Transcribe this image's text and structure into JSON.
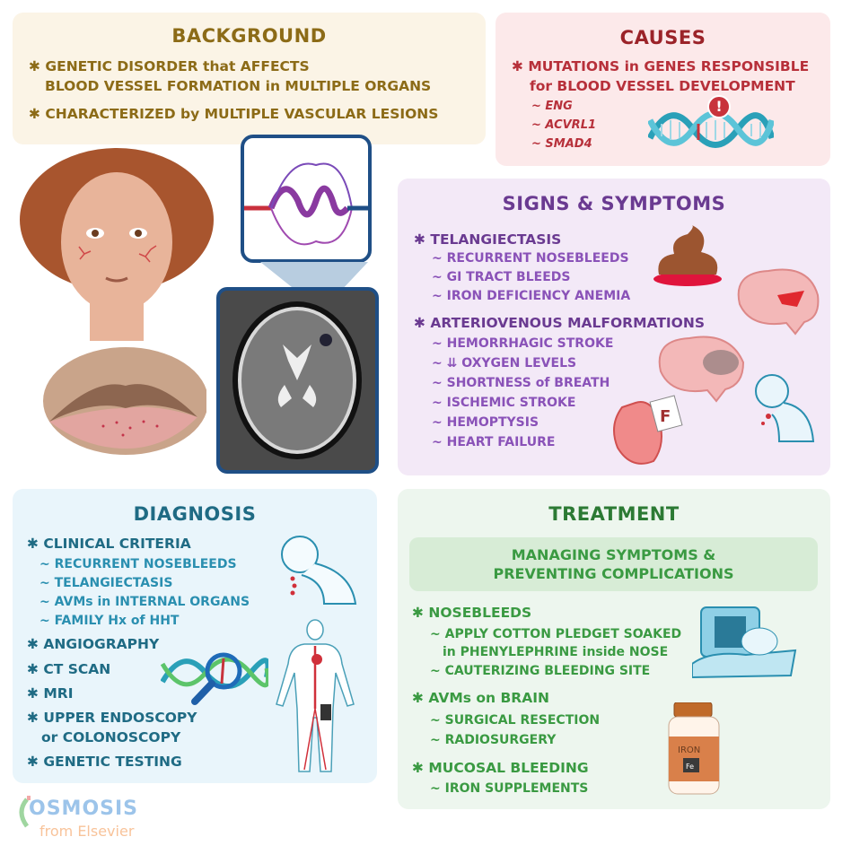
{
  "background": {
    "title": "BACKGROUND",
    "items": [
      {
        "line1": "✱ GENETIC DISORDER that AFFECTS",
        "line2": "BLOOD VESSEL FORMATION in MULTIPLE ORGANS"
      },
      {
        "line1": "✱ CHARACTERIZED by MULTIPLE VASCULAR LESIONS"
      }
    ]
  },
  "causes": {
    "title": "CAUSES",
    "line1": "✱ MUTATIONS in GENES RESPONSIBLE",
    "line2": "for BLOOD VESSEL DEVELOPMENT",
    "genes": [
      "~ ENG",
      "~ ACVRL1",
      "~ SMAD4"
    ],
    "alert_symbol": "!"
  },
  "signs": {
    "title": "SIGNS & SYMPTOMS",
    "groups": [
      {
        "heading": "✱ TELANGIECTASIS",
        "items": [
          "~ RECURRENT NOSEBLEEDS",
          "~ GI TRACT BLEEDS",
          "~ IRON DEFICIENCY ANEMIA"
        ]
      },
      {
        "heading": "✱ ARTERIOVENOUS MALFORMATIONS",
        "items": [
          "~ HEMORRHAGIC STROKE",
          "~ ⇊ OXYGEN LEVELS",
          "~ SHORTNESS of BREATH",
          "~ ISCHEMIC STROKE",
          "~ HEMOPTYSIS",
          "~ HEART FAILURE"
        ]
      }
    ],
    "heart_card_letter": "F"
  },
  "diagnosis": {
    "title": "DIAGNOSIS",
    "criteria_heading": "✱ CLINICAL CRITERIA",
    "criteria": [
      "~ RECURRENT NOSEBLEEDS",
      "~ TELANGIECTASIS",
      "~ AVMs in INTERNAL ORGANS",
      "~ FAMILY Hx of HHT"
    ],
    "tests": [
      "✱ ANGIOGRAPHY",
      "✱ CT SCAN",
      "✱ MRI",
      "✱ UPPER ENDOSCOPY"
    ],
    "tests_cont": "or COLONOSCOPY",
    "last_test": "✱ GENETIC TESTING"
  },
  "treatment": {
    "title": "TREATMENT",
    "goal_line1": "MANAGING SYMPTOMS &",
    "goal_line2": "PREVENTING COMPLICATIONS",
    "groups": [
      {
        "heading": "✱ NOSEBLEEDS",
        "items": [
          "~ APPLY COTTON PLEDGET SOAKED",
          "in PHENYLEPHRINE inside NOSE",
          "~ CAUTERIZING BLEEDING SITE"
        ]
      },
      {
        "heading": "✱ AVMs on BRAIN",
        "items": [
          "~ SURGICAL RESECTION",
          "~ RADIOSURGERY"
        ]
      },
      {
        "heading": "✱ MUCOSAL BLEEDING",
        "items": [
          "~ IRON SUPPLEMENTS"
        ]
      }
    ],
    "bottle_label": "IRON",
    "bottle_symbol": "Fe"
  },
  "logo": {
    "brand": "OSMOSIS",
    "tagline": "from Elsevier"
  },
  "colors": {
    "background_panel": "#fbf4e6",
    "causes_panel": "#fce9ea",
    "signs_panel": "#f3e9f7",
    "diagnosis_panel": "#e9f5fb",
    "treatment_panel": "#edf6ee"
  }
}
